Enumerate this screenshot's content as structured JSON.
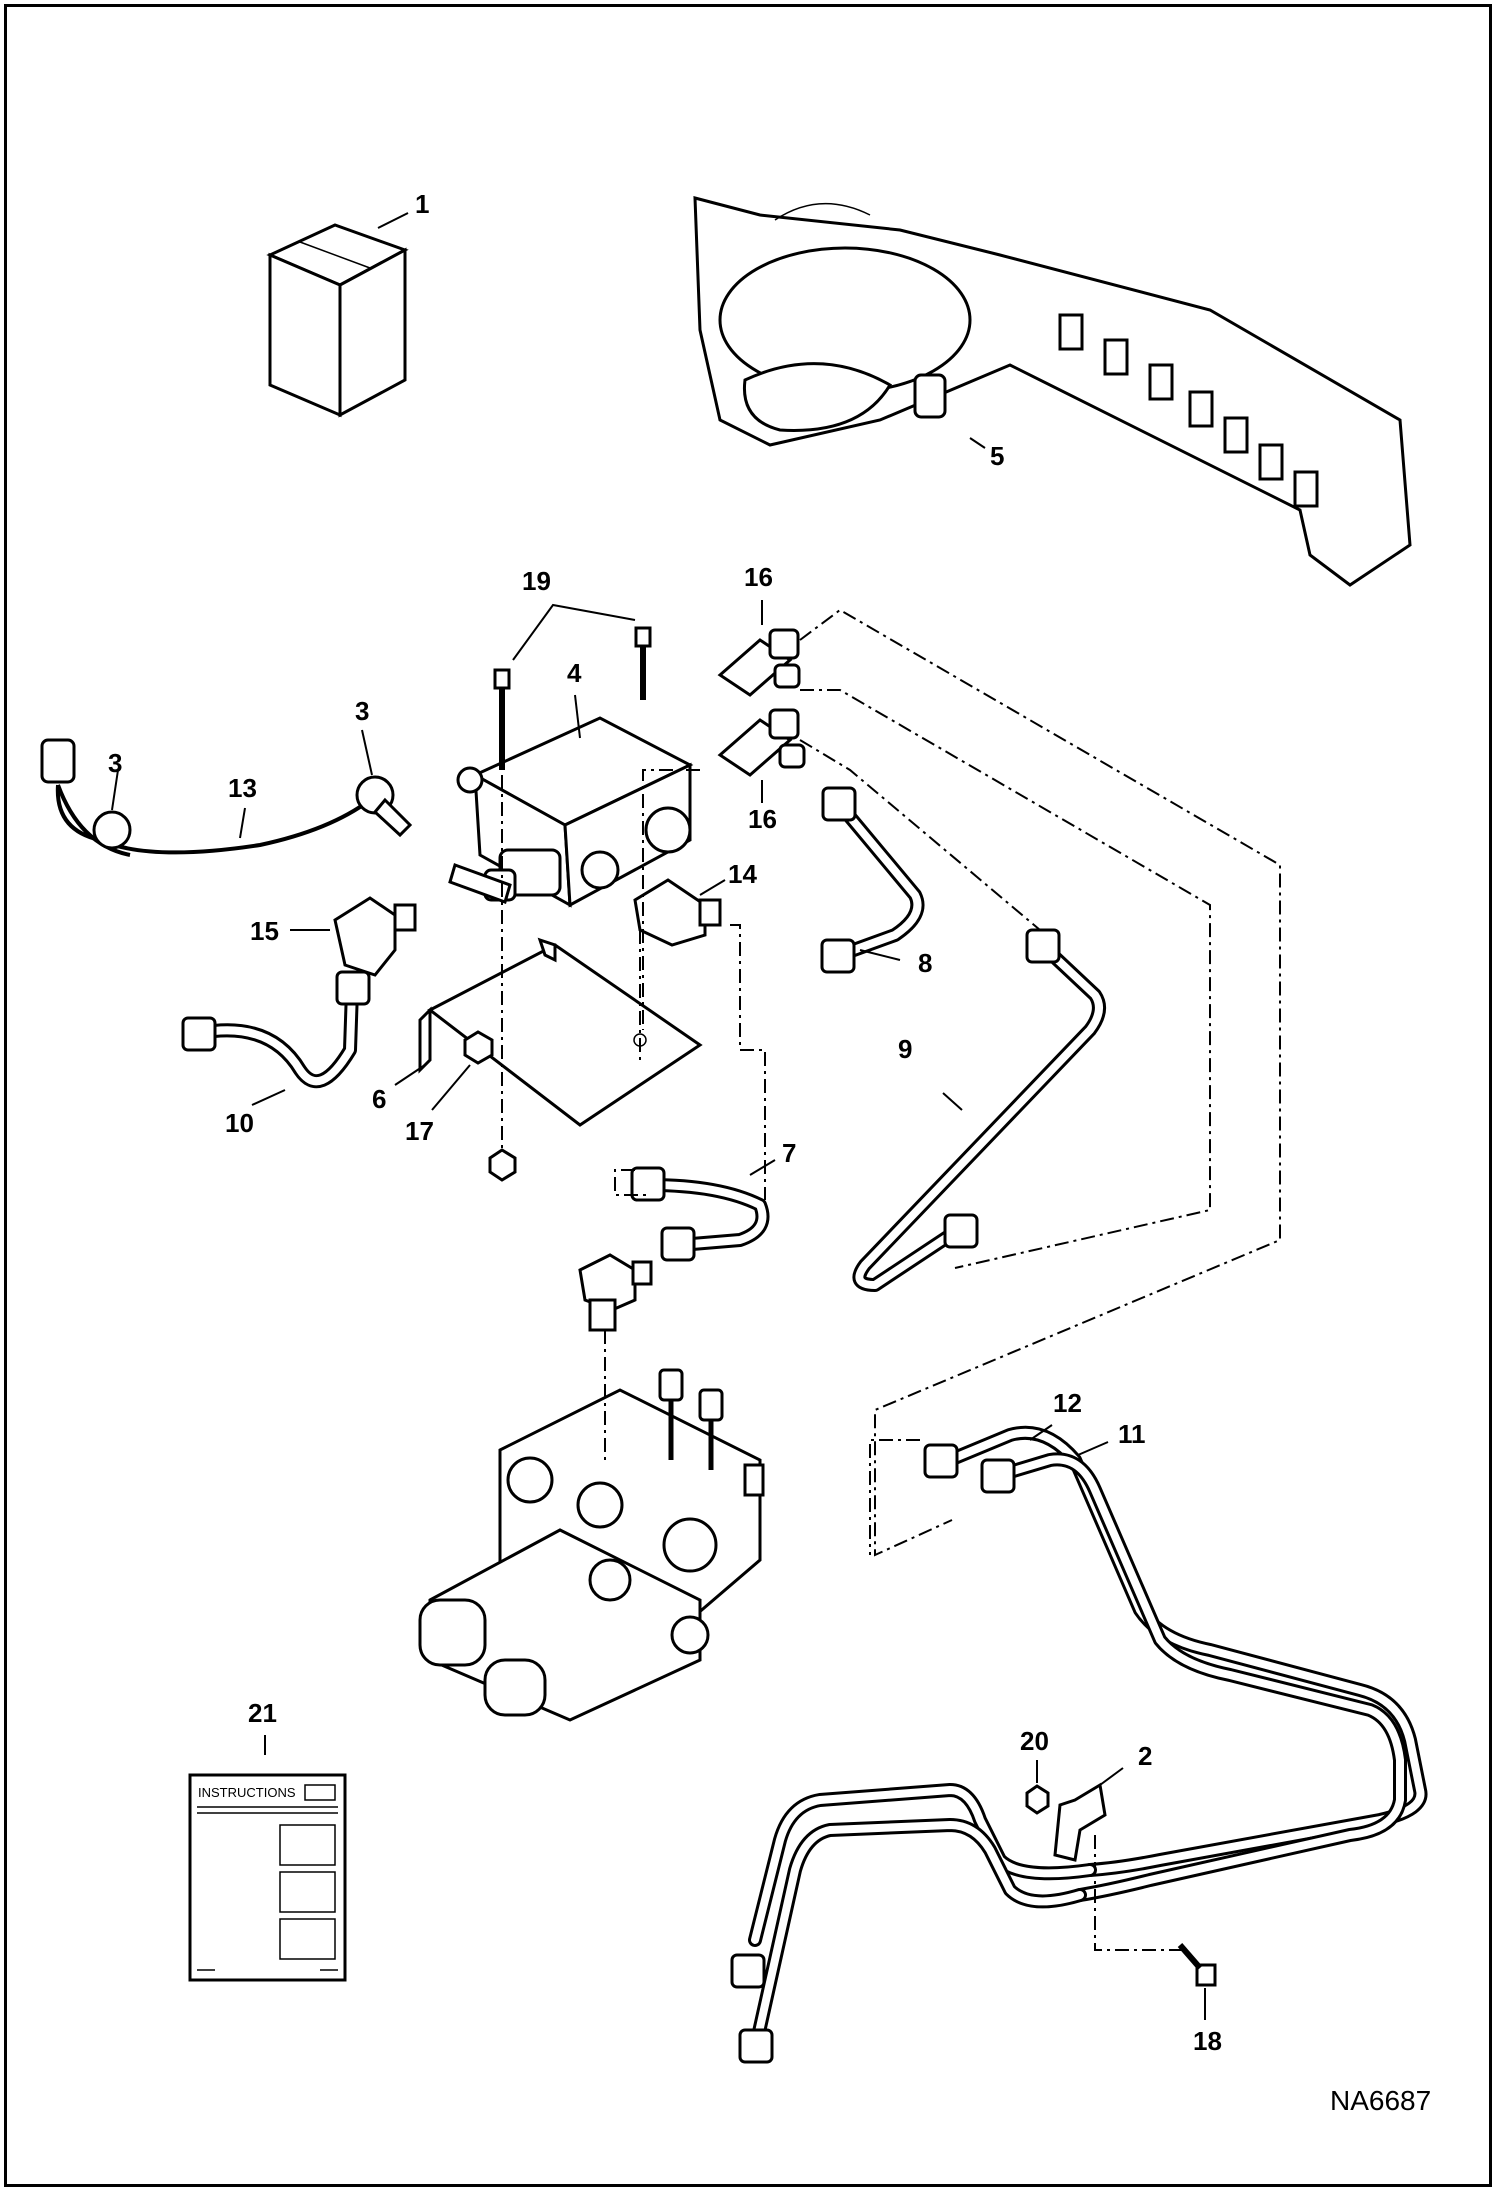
{
  "diagram_code": "NA6687",
  "instructions_label": "INSTRUCTIONS",
  "callouts": [
    "1",
    "2",
    "3",
    "3",
    "4",
    "5",
    "6",
    "7",
    "8",
    "9",
    "10",
    "11",
    "12",
    "13",
    "14",
    "15",
    "16",
    "16",
    "17",
    "18",
    "19",
    "20",
    "21"
  ]
}
